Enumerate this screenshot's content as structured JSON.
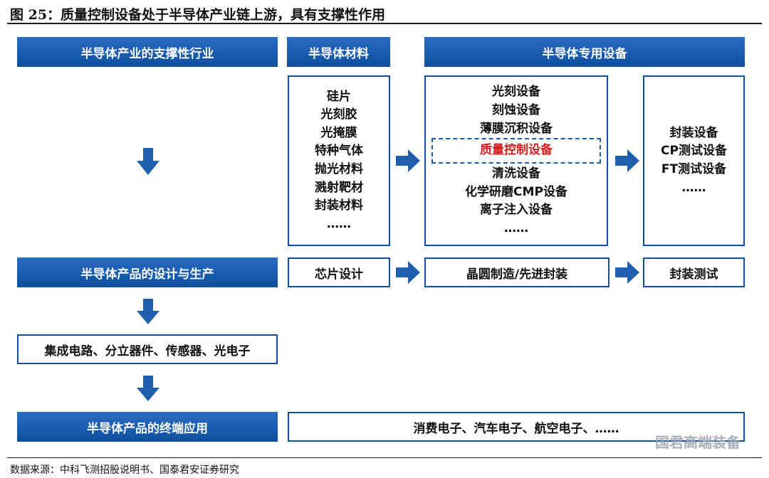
{
  "figure_title": "图 25：质量控制设备处于半导体产业链上游，具有支撑性作用",
  "source": "数据来源：中科飞测招股说明书、国泰君安证券研究",
  "watermark": "国君高端装备",
  "headers": {
    "support_industry": "半导体产业的支撑性行业",
    "materials": "半导体材料",
    "equipment": "半导体专用设备"
  },
  "materials_list": [
    "硅片",
    "光刻胶",
    "光掩膜",
    "特种气体",
    "抛光材料",
    "溅射靶材",
    "封装材料",
    "……"
  ],
  "equipment_list": {
    "before": [
      "光刻设备",
      "刻蚀设备",
      "薄膜沉积设备"
    ],
    "highlight": "质量控制设备",
    "after": [
      "清洗设备",
      "化学研磨CMP设备",
      "离子注入设备",
      "……"
    ],
    "highlight_color": "#d31f1f"
  },
  "packaging_equipment_list": [
    "封装设备",
    "CP测试设备",
    "FT测试设备",
    "……"
  ],
  "design_production": {
    "label": "半导体产品的设计与生产",
    "steps": [
      "芯片设计",
      "晶圆制造/先进封装",
      "封装测试"
    ]
  },
  "products": "集成电路、分立器件、传感器、光电子",
  "end_application": {
    "label": "半导体产品的终端应用",
    "examples": "消费电子、汽车电子、航空电子、……"
  },
  "colors": {
    "primary_blue": "#0f4f9c",
    "arrow_blue": "#1f5fae"
  }
}
